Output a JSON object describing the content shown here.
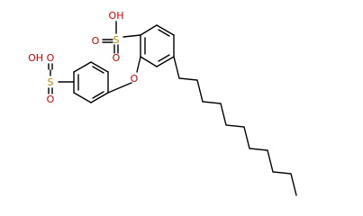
{
  "molecule": {
    "atoms": {
      "top_sulfonic": {
        "hydroxyl": "OH",
        "sulfur": "S",
        "oxo_left": "O",
        "oxo_bottom": "O"
      },
      "left_sulfonic": {
        "hydroxyl": "OH",
        "sulfur": "S",
        "oxo_top": "O",
        "oxo_bottom": "O"
      },
      "ether_oxygen": "O"
    },
    "colors": {
      "bond": "#000000",
      "oxygen": "#d40000",
      "sulfur": "#b38a00"
    }
  }
}
